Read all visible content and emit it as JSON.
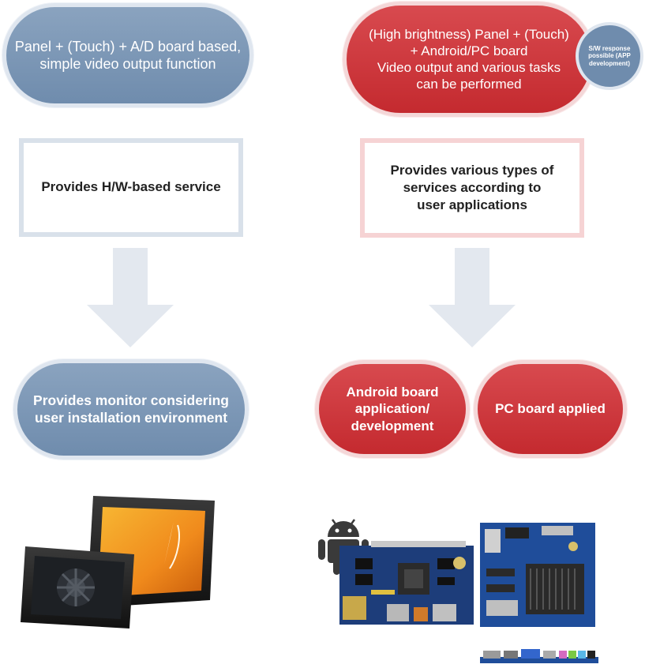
{
  "left": {
    "top_pill": "Panel + (Touch) + A/D board based,\nsimple video output function",
    "box": "Provides H/W-based service",
    "bottom_pill": "Provides monitor considering\nuser installation environment"
  },
  "right": {
    "top_pill": "(High brightness) Panel + (Touch)\n+ Android/PC board\nVideo output and various tasks\ncan be performed",
    "badge": "S/W response\npossible (APP\ndevelopment)",
    "box": "Provides various types of\nservices according to\nuser applications",
    "pill_android": "Android board\napplication/\ndevelopment",
    "pill_pc": "PC board applied"
  },
  "colors": {
    "blue": "#7591b2",
    "red": "#cc3439",
    "arrow": "#e3e8ef"
  }
}
